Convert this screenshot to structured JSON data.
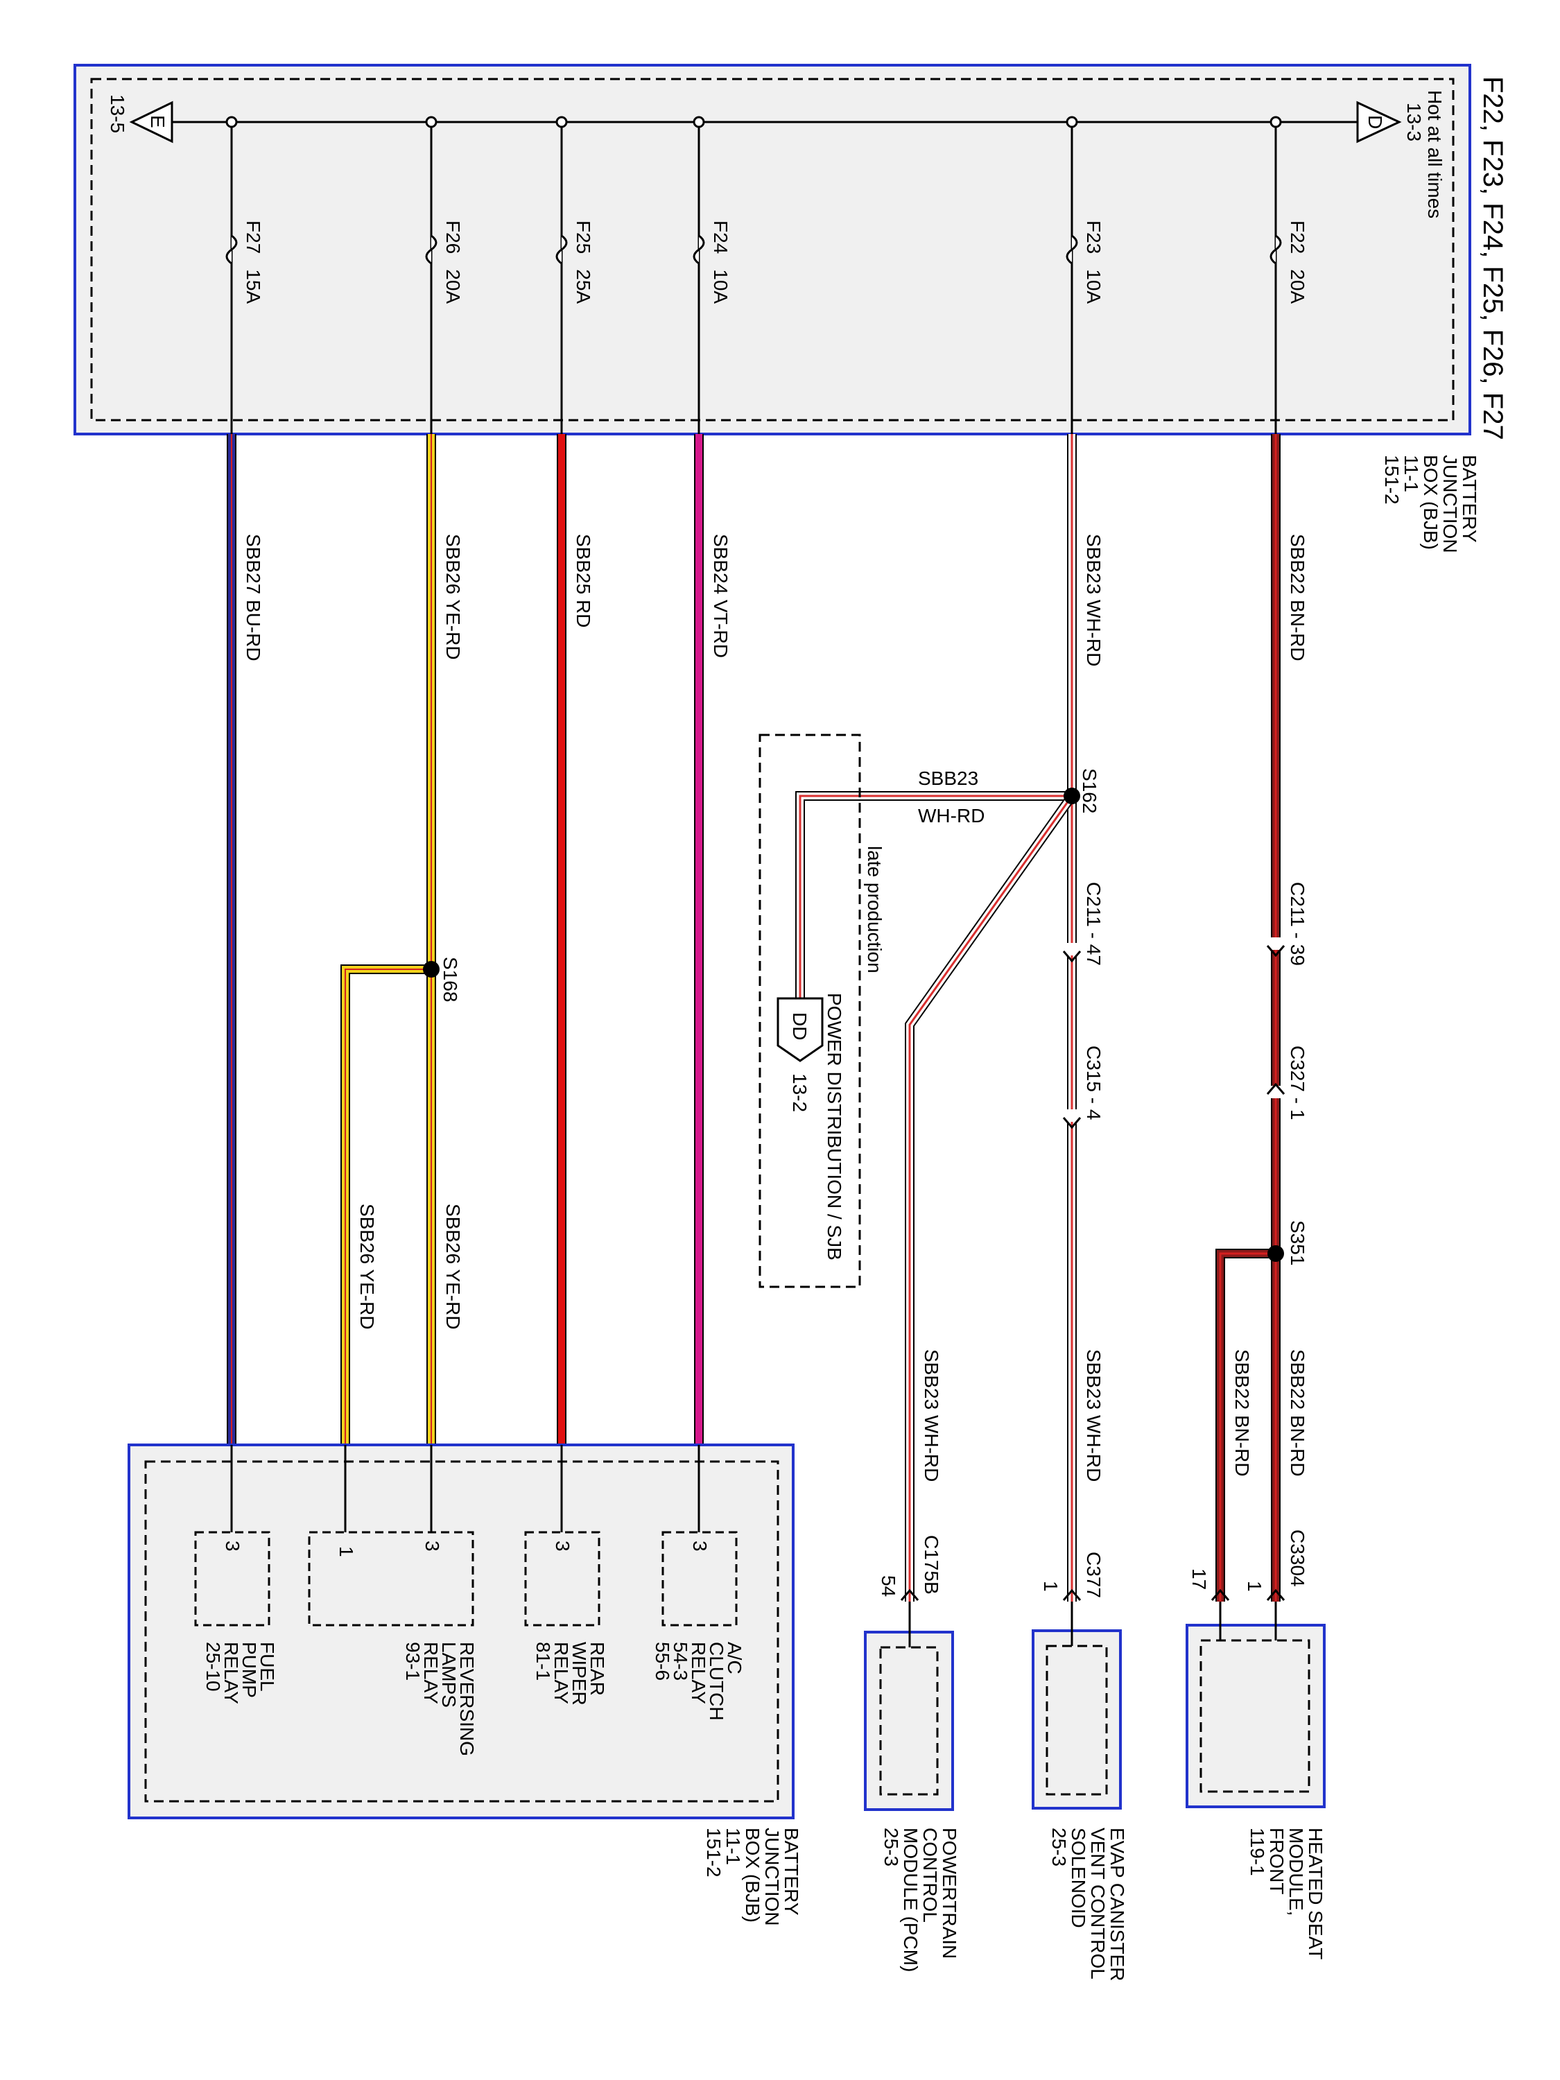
{
  "title": "F22, F23, F24, F25, F26, F27",
  "bjb_top": {
    "hot_label": "Hot at all times",
    "ref_13_3": "13-3",
    "ref_13_5": "13-5",
    "tri_d": "D",
    "tri_e": "E",
    "name": [
      "BATTERY",
      "JUNCTION",
      "BOX (BJB)",
      "11-1",
      "151-2"
    ]
  },
  "fuses": [
    {
      "id": "F22",
      "rating": "20A"
    },
    {
      "id": "F23",
      "rating": "10A"
    },
    {
      "id": "F24",
      "rating": "10A"
    },
    {
      "id": "F25",
      "rating": "25A"
    },
    {
      "id": "F26",
      "rating": "20A"
    },
    {
      "id": "F27",
      "rating": "15A"
    }
  ],
  "wires": {
    "sbb22_top": "SBB22  BN-RD",
    "sbb23_top": "SBB23  WH-RD",
    "sbb24": "SBB24  VT-RD",
    "sbb25": "SBB25  RD",
    "sbb26_top": "SBB26  YE-RD",
    "sbb27": "SBB27  BU-RD",
    "sbb22_a": "SBB22  BN-RD",
    "sbb22_b": "SBB22  BN-RD",
    "sbb23_c": "SBB23  WH-RD",
    "sbb23_d": "SBB23  WH-RD",
    "sbb26_a": "SBB26  YE-RD",
    "sbb26_b": "SBB26  YE-RD",
    "sbb23_branch_code": "SBB23",
    "sbb23_branch_color": "WH-RD",
    "colors": {
      "bn_rd": "#8b1a1a",
      "wh_rd": "#d93030",
      "vt_rd": "#d6198c",
      "rd": "#e01010",
      "ye_rd": "#f2d21b",
      "bu_rd": "#2a2a9a"
    }
  },
  "splices": {
    "s162": "S162",
    "s168": "S168",
    "s351": "S351"
  },
  "connectors": {
    "c211_39": "C211  - 39",
    "c327_1": "C327  - 1",
    "c211_47": "C211  - 47",
    "c315_4": "C315 - 4",
    "c3304": "C3304",
    "c377": "C377",
    "c175b": "C175B",
    "pin_1a": "1",
    "pin_17": "17",
    "pin_1b": "1",
    "pin_54": "54"
  },
  "late_production": {
    "label": "late production",
    "dd": "DD",
    "ref": "13-2",
    "name": "POWER DISTRIBUTION / SJB"
  },
  "modules": {
    "heated_seat": [
      "HEATED SEAT",
      "MODULE,",
      "FRONT",
      "119-1"
    ],
    "evap": [
      "EVAP CANISTER",
      "VENT CONTROL",
      "SOLENOID",
      "25-3"
    ],
    "pcm": [
      "POWERTRAIN",
      "CONTROL",
      "MODULE (PCM)",
      "25-3"
    ]
  },
  "bjb_bottom": {
    "name": [
      "BATTERY",
      "JUNCTION",
      "BOX (BJB)",
      "11-1",
      "151-2"
    ],
    "relays": {
      "ac": {
        "pin": "3",
        "name": [
          "A/C",
          "CLUTCH",
          "RELAY",
          "54-3",
          "55-6"
        ]
      },
      "rear_wiper": {
        "pin": "3",
        "name": [
          "REAR",
          "WIPER",
          "RELAY",
          "81-1"
        ]
      },
      "reversing": {
        "pin_a": "3",
        "pin_b": "1",
        "name": [
          "REVERSING",
          "LAMPS",
          "RELAY",
          "93-1"
        ]
      },
      "fuel_pump": {
        "pin": "3",
        "name": [
          "FUEL",
          "PUMP",
          "RELAY",
          "25-10"
        ]
      }
    }
  }
}
